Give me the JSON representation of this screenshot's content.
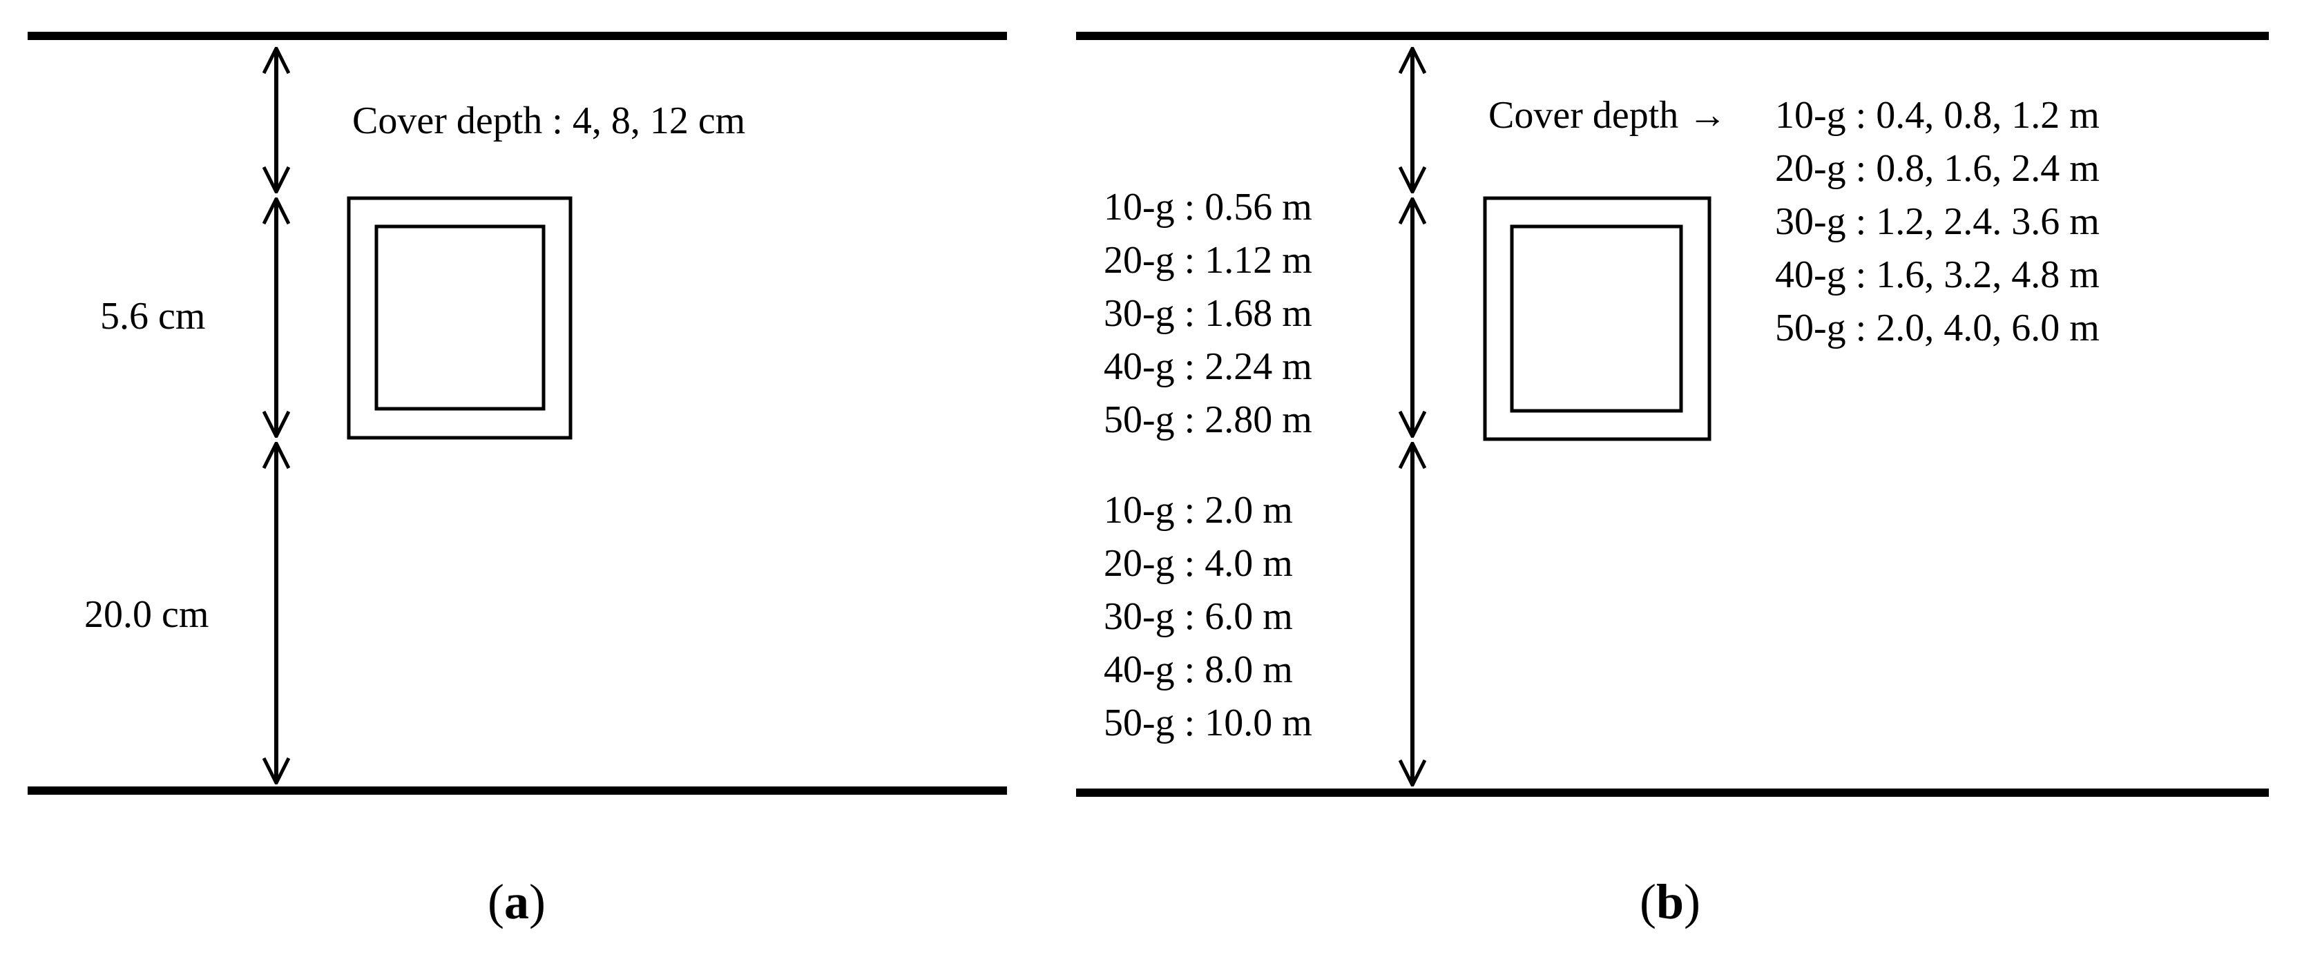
{
  "panel_a": {
    "cover_depth": "Cover depth : 4, 8, 12 cm",
    "dim_1": "5.6 cm",
    "dim_2": "20.0 cm",
    "caption": {
      "open": "(",
      "letter": "a",
      "close": ")"
    }
  },
  "panel_b": {
    "cover_depth_label": "Cover depth →",
    "cover_depth_lines": [
      "10-g : 0.4, 0.8, 1.2 m",
      "20-g : 0.8, 1.6, 2.4 m",
      "30-g : 1.2, 2.4. 3.6 m",
      "40-g : 1.6, 3.2, 4.8 m",
      "50-g : 2.0, 4.0, 6.0 m"
    ],
    "box_dims": [
      "10-g : 0.56 m",
      "20-g : 1.12 m",
      "30-g : 1.68 m",
      "40-g : 2.24 m",
      "50-g : 2.80 m"
    ],
    "lower_dims": [
      "10-g : 2.0 m",
      "20-g : 4.0 m",
      "30-g : 6.0 m",
      "40-g : 8.0 m",
      "50-g : 10.0 m"
    ],
    "caption": {
      "open": "(",
      "letter": "b",
      "close": ")"
    }
  }
}
